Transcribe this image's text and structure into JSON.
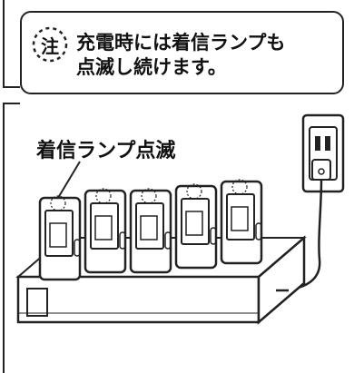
{
  "note": {
    "badge": "注",
    "lines": [
      "充電時には着信ランプも",
      "点滅し続けます。"
    ]
  },
  "callout": {
    "label": "着信ランプ点滅"
  },
  "units": [
    {
      "name": "handset-1"
    },
    {
      "name": "handset-2"
    },
    {
      "name": "handset-3"
    },
    {
      "name": "handset-4"
    },
    {
      "name": "handset-5"
    }
  ]
}
